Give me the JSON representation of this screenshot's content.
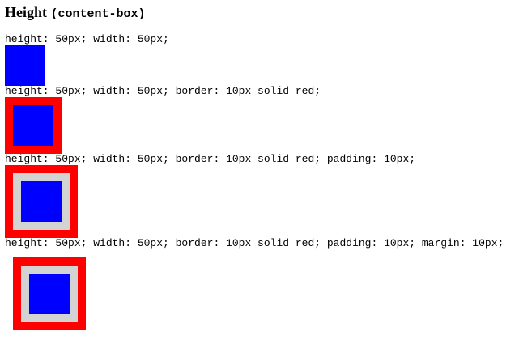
{
  "heading": {
    "text": "Height",
    "code": "(content-box)"
  },
  "examples": [
    {
      "label": "height: 50px; width: 50px;"
    },
    {
      "label": "height: 50px; width: 50px; border: 10px solid red;"
    },
    {
      "label": "height: 50px; width: 50px; border: 10px solid red; padding: 10px;"
    },
    {
      "label": "height: 50px; width: 50px; border: 10px solid red; padding: 10px; margin: 10px;"
    }
  ],
  "colors": {
    "content": "#0000ff",
    "border": "#ff0000",
    "padding": "#d3d3d3"
  }
}
